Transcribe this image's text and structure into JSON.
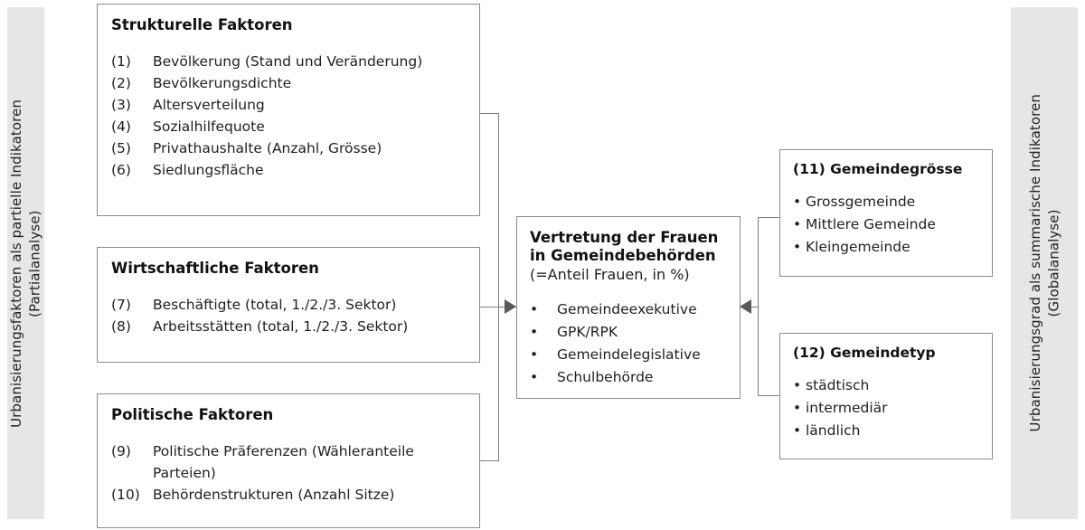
{
  "bands": {
    "left": {
      "name": "partial-indicators-band",
      "text": "Urbanisierungsfaktoren als partielle Indikatoren\n(Partialanalyse)",
      "color": "#e6e6e6"
    },
    "right": {
      "name": "summary-indicators-band",
      "text": "Urbanisierungsgrad als summarische Indikatoren\n(Globalanalyse)",
      "color": "#e6e6e6"
    }
  },
  "boxes": {
    "structural": {
      "title": "Strukturelle Faktoren",
      "items": [
        {
          "key": "(1)",
          "label": "Bevölkerung (Stand und Veränderung)"
        },
        {
          "key": "(2)",
          "label": "Bevölkerungsdichte"
        },
        {
          "key": "(3)",
          "label": "Altersverteilung"
        },
        {
          "key": "(4)",
          "label": "Sozialhilfequote"
        },
        {
          "key": "(5)",
          "label": "Privathaushalte (Anzahl, Grösse)"
        },
        {
          "key": "(6)",
          "label": "Siedlungsfläche"
        }
      ]
    },
    "economic": {
      "title": "Wirtschaftliche Faktoren",
      "items": [
        {
          "key": "(7)",
          "label": "Beschäftigte (total, 1./2./3. Sektor)"
        },
        {
          "key": "(8)",
          "label": "Arbeitsstätten (total, 1./2./3. Sektor)"
        }
      ]
    },
    "political": {
      "title": "Politische Faktoren",
      "items": [
        {
          "key": "(9)",
          "label": "Politische Präferenzen (Wähleranteile\nParteien)"
        },
        {
          "key": "(10)",
          "label": "Behördenstrukturen (Anzahl Sitze)"
        }
      ]
    },
    "center": {
      "title_line1": "Vertretung der Frauen",
      "title_line2": "in Gemeindebehörden",
      "subtitle": "(=Anteil Frauen, in %)",
      "bullets": [
        "Gemeindeexekutive",
        "GPK/RPK",
        "Gemeindelegislative",
        "Schulbehörde"
      ],
      "bullet_glyph": "•"
    },
    "municipality_size": {
      "title": "(11) Gemeindegrösse",
      "bullets": [
        "Grossgemeinde",
        "Mittlere Gemeinde",
        "Kleingemeinde"
      ],
      "bullet_glyph": "•"
    },
    "municipality_type": {
      "title": "(12) Gemeindetyp",
      "bullets": [
        "städtisch",
        "intermediär",
        "ländlich"
      ],
      "bullet_glyph": "•"
    }
  },
  "connectors": {
    "left_bracket_label": "left-factors-to-center-connector",
    "right_bracket_label": "right-indicators-to-center-connector",
    "left_arrow_label": "arrow-right-into-center",
    "right_arrow_label": "arrow-left-into-center",
    "line_color": "#7d7d7d",
    "arrow_color": "#595959"
  }
}
